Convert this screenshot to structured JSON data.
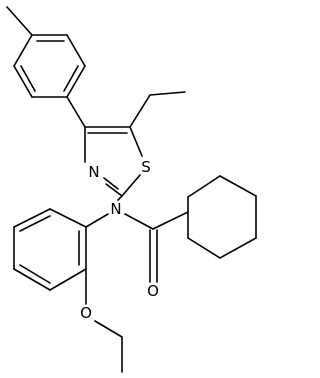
{
  "atoms": {
    "thiazole_nitrogen": "N",
    "thiazole_sulfur": "S",
    "amide_nitrogen": "N",
    "carbonyl_oxygen": "O",
    "ether_oxygen": "O"
  }
}
